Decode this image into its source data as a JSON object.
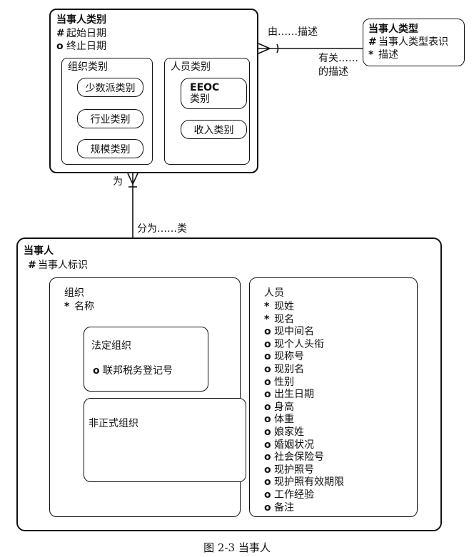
{
  "party_category": {
    "title": "当事人类别",
    "attrs": [
      {
        "mark": "#",
        "name": "起始日期"
      },
      {
        "mark": "o",
        "name": "终止日期"
      }
    ],
    "org_category": {
      "title": "组织类别",
      "items": [
        "少数派类别",
        "行业类别",
        "规模类别"
      ]
    },
    "person_category": {
      "title": "人员类别",
      "eeoc_line1": "EEOC",
      "eeoc_line2": "类别",
      "income": "收入类别"
    }
  },
  "party_type": {
    "title": "当事人类型",
    "attrs": [
      {
        "mark": "#",
        "name": "当事人类型表识"
      },
      {
        "mark": "*",
        "name": "描述"
      }
    ]
  },
  "rel_described_by": "由……描述",
  "rel_describes_line1": "有关……",
  "rel_describes_line2": "的描述",
  "rel_for": "为",
  "rel_classified": "分为……类",
  "party": {
    "title": "当事人",
    "attr": {
      "mark": "#",
      "name": "当事人标识"
    },
    "organization": {
      "title": "组织",
      "attr": {
        "mark": "*",
        "name": "名称"
      },
      "legal": {
        "title": "法定组织",
        "attr": {
          "mark": "o",
          "name": "联邦税务登记号"
        }
      },
      "informal": {
        "title": "非正式组织"
      }
    },
    "person": {
      "title": "人员",
      "attrs": [
        {
          "mark": "*",
          "name": "现姓"
        },
        {
          "mark": "*",
          "name": "现名"
        },
        {
          "mark": "o",
          "name": "现中间名"
        },
        {
          "mark": "o",
          "name": "现个人头衔"
        },
        {
          "mark": "o",
          "name": "现称号"
        },
        {
          "mark": "o",
          "name": "现别名"
        },
        {
          "mark": "o",
          "name": "性别"
        },
        {
          "mark": "o",
          "name": "出生日期"
        },
        {
          "mark": "o",
          "name": "身高"
        },
        {
          "mark": "o",
          "name": "体重"
        },
        {
          "mark": "o",
          "name": "娘家姓"
        },
        {
          "mark": "o",
          "name": "婚姻状况"
        },
        {
          "mark": "o",
          "name": "社会保险号"
        },
        {
          "mark": "o",
          "name": "现护照号"
        },
        {
          "mark": "o",
          "name": "现护照有效期限"
        },
        {
          "mark": "o",
          "name": "工作经验"
        },
        {
          "mark": "o",
          "name": "备注"
        }
      ]
    }
  },
  "caption": "图 2-3 当事人"
}
